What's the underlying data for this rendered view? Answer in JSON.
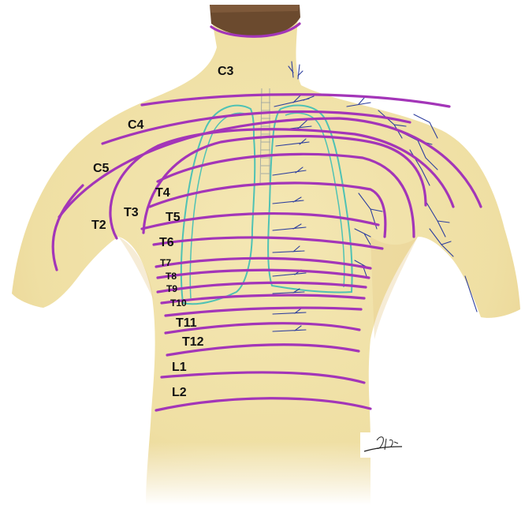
{
  "dermatome_labels": {
    "c3": "C3",
    "c4": "C4",
    "c5": "C5",
    "t2": "T2",
    "t3": "T3",
    "t4": "T4",
    "t5": "T5",
    "t6": "T6",
    "t7": "T7",
    "t8": "T8",
    "t9": "T9",
    "t10": "T10",
    "t11": "T11",
    "t12": "T12",
    "l1": "L1",
    "l2": "L2"
  },
  "colors": {
    "skin": "#efe0a6",
    "skin_shadow": "#e2c98c",
    "hair": "#6b4a2e",
    "dermatome_line": "#a335b8",
    "lung_outline": "#4fc2b4",
    "nerve": "#2d3e9e",
    "label": "#111111"
  },
  "signature": "Y.Oli"
}
